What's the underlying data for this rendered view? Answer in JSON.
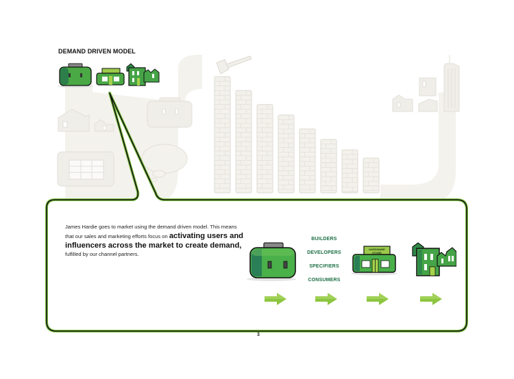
{
  "page": {
    "title": "DEMAND DRIVEN MODEL",
    "page_number": "3"
  },
  "icons": {
    "header": [
      "toolbox-icon",
      "hardware-store-icon",
      "buildings-icon"
    ],
    "flow": [
      "toolbox-icon",
      "hardware-store-icon",
      "buildings-icon"
    ],
    "background": [
      "houses-icon",
      "toolbox-icon",
      "grid-panel-icon",
      "speech-bubble-icon",
      "hammer-icon",
      "brick-stack-icon",
      "houses-icon",
      "skyscraper-icon"
    ]
  },
  "callout": {
    "intro": "James Hardie goes to market using the demand driven model. This means that our sales and marketing efforts focus on ",
    "emphasis": "activating users and influencers across the market to create demand,",
    "outro": " fulfilled by our channel partners."
  },
  "audiences": [
    "BUILDERS",
    "DEVELOPERS",
    "SPECIFIERS",
    "CONSUMERS"
  ],
  "store_sign": [
    "HARDWARE",
    "STORE"
  ],
  "brick_stacks": {
    "count": 8,
    "relative_heights": [
      1.0,
      0.88,
      0.76,
      0.67,
      0.55,
      0.46,
      0.37,
      0.3
    ]
  },
  "colors": {
    "brand_green": "#3f9a3c",
    "light_green": "#7ec242",
    "dark_green": "#1b6e44",
    "outline": "#111111",
    "bg_art": "#f3f1ec"
  }
}
